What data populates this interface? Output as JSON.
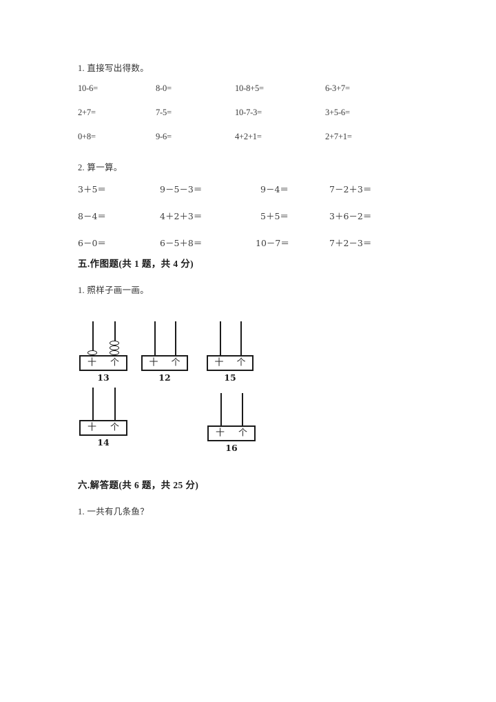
{
  "page": {
    "background": "#ffffff",
    "ink": "#2b2b2b"
  },
  "exercise_1": {
    "heading": "1. 直接写出得数。",
    "rows": [
      [
        "10-6=",
        "8-0=",
        "10-8+5=",
        "6-3+7="
      ],
      [
        "2+7=",
        "7-5=",
        "10-7-3=",
        "3+5-6="
      ],
      [
        "0+8=",
        "9-6=",
        "4+2+1=",
        "2+7+1="
      ]
    ]
  },
  "exercise_2": {
    "heading": "2. 算一算。",
    "rows": [
      [
        "3＋5＝",
        "9－5－3＝",
        "9－4＝",
        "7－2＋3＝"
      ],
      [
        "8－4＝",
        "4＋2＋3＝",
        "5＋5＝",
        "3＋6－2＝"
      ],
      [
        "6－0＝",
        "6－5＋8＝",
        "10－7＝",
        "7＋2－3＝"
      ]
    ]
  },
  "section_five": {
    "title": "五.作图题(共 1 题，共 4 分)",
    "question": "1. 照样子画一画。",
    "place_tens": "十",
    "place_ones": "个",
    "figures": [
      {
        "label": "13",
        "tens_beads": 1,
        "ones_beads": 3,
        "row": 1,
        "col": 1
      },
      {
        "label": "12",
        "tens_beads": 0,
        "ones_beads": 0,
        "row": 1,
        "col": 2
      },
      {
        "label": "15",
        "tens_beads": 0,
        "ones_beads": 0,
        "row": 1,
        "col": 3
      },
      {
        "label": "14",
        "tens_beads": 0,
        "ones_beads": 0,
        "row": 2,
        "col": 1
      },
      {
        "label": "16",
        "tens_beads": 0,
        "ones_beads": 0,
        "row": 2,
        "col": 3
      }
    ]
  },
  "section_six": {
    "title": "六.解答题(共 6 题，共 25 分)",
    "question": "1. 一共有几条鱼？"
  }
}
